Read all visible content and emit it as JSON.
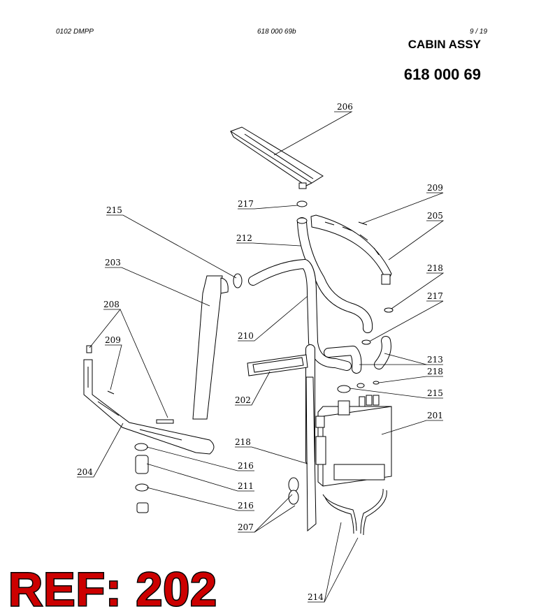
{
  "header": {
    "left": "0102  DMPP",
    "center": "618 000 69b",
    "page": "9 / 19"
  },
  "title": "CABIN ASSY",
  "part_number": "618 000 69",
  "ref_label": "REF: 202",
  "callouts": {
    "c206": "206",
    "c217a": "217",
    "c209a": "209",
    "c205": "205",
    "c215a": "215",
    "c212": "212",
    "c203": "203",
    "c218a": "218",
    "c217b": "217",
    "c208": "208",
    "c210": "210",
    "c209b": "209",
    "c213": "213",
    "c218b": "218",
    "c202": "202",
    "c215b": "215",
    "c201": "201",
    "c218c": "218",
    "c216a": "216",
    "c204": "204",
    "c211": "211",
    "c216b": "216",
    "c207": "207",
    "c214": "214"
  },
  "colors": {
    "ref_fill": "#cc0000",
    "line": "#000000"
  }
}
